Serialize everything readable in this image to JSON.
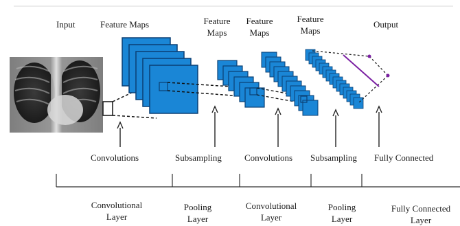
{
  "top_labels": {
    "input": "Input",
    "feature_maps_1": "Feature Maps",
    "feature_maps_2": [
      "Feature",
      "Maps"
    ],
    "feature_maps_3": [
      "Feature",
      "Maps"
    ],
    "feature_maps_4": [
      "Feature",
      "Maps"
    ],
    "output": "Output"
  },
  "operation_labels": [
    "Convolutions",
    "Subsampling",
    "Convolutions",
    "Subsampling",
    "Fully Connected"
  ],
  "layer_labels": [
    [
      "Convolutional",
      "Layer"
    ],
    [
      "Pooling",
      "Layer"
    ],
    [
      "Convolutional",
      "Layer"
    ],
    [
      "Pooling",
      "Layer"
    ],
    [
      "Fully Connected",
      "Layer"
    ]
  ],
  "colors": {
    "map_fill": "#1a86d6",
    "map_stroke": "#0b3f73",
    "fc_line": "#7a1fa2",
    "line": "#222222"
  },
  "input_image": "chest-xray"
}
